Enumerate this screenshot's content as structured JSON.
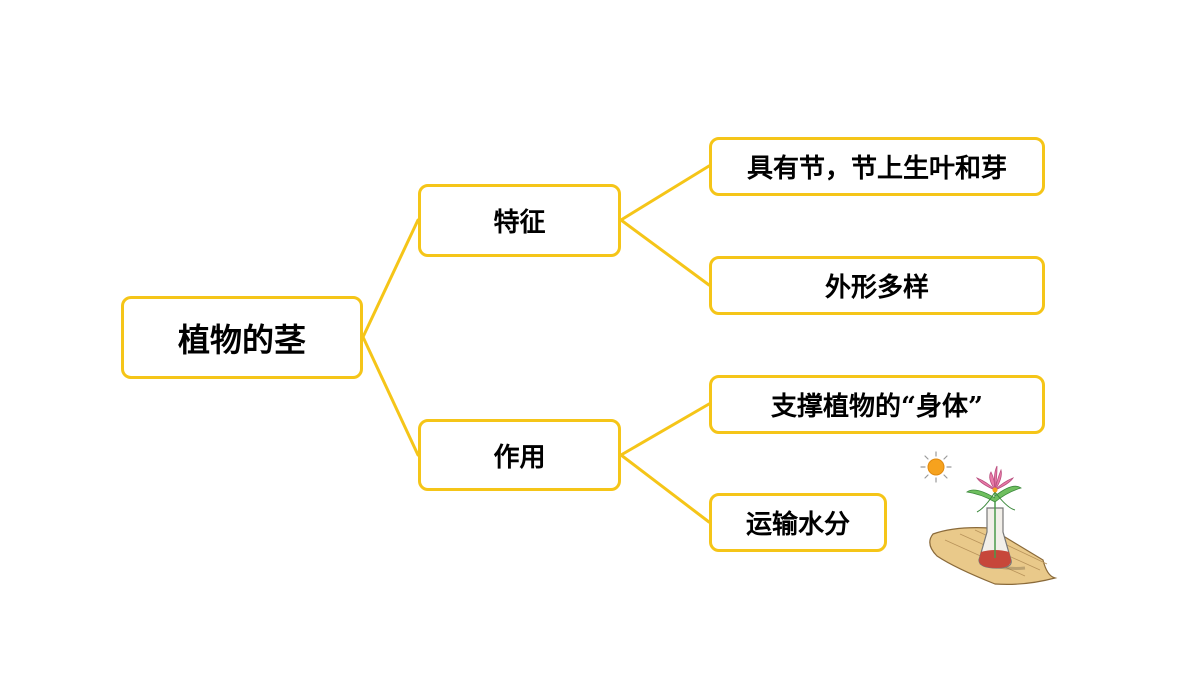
{
  "mindmap": {
    "root": {
      "label": "植物的茎"
    },
    "branches": [
      {
        "label": "特征",
        "children": [
          {
            "label": "具有节，节上生叶和芽"
          },
          {
            "label": "外形多样"
          }
        ]
      },
      {
        "label": "作用",
        "children": [
          {
            "label": "支撑植物的“身体”"
          },
          {
            "label": "运输水分"
          }
        ]
      }
    ]
  },
  "colors": {
    "line": "#f5c518",
    "border": "#f5c518",
    "text": "#000000",
    "background": "#ffffff"
  },
  "illustration": {
    "icons": [
      "sun-icon",
      "flower-in-flask-icon",
      "wooden-table-icon"
    ]
  }
}
